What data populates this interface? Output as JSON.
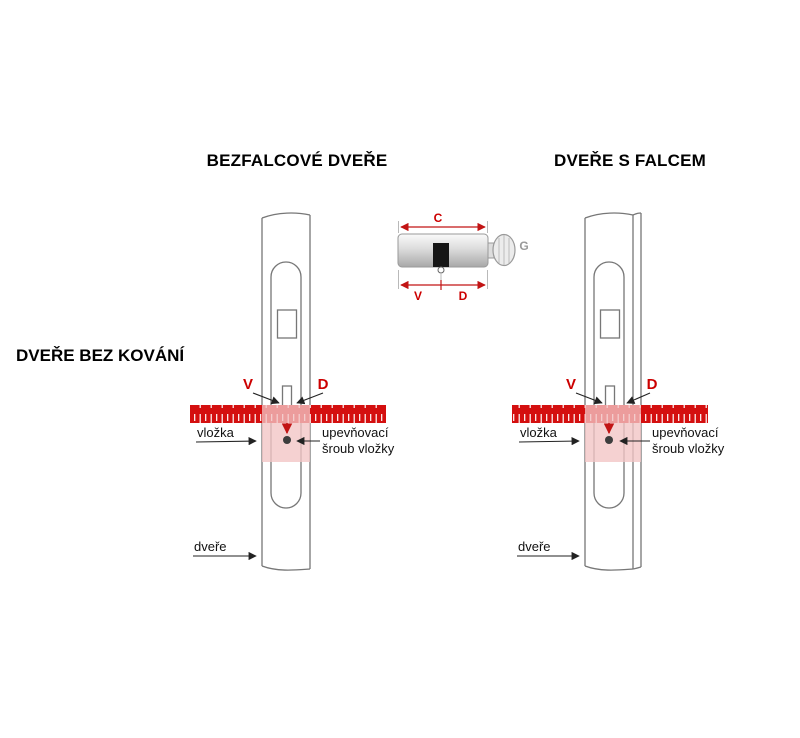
{
  "titles": {
    "left": "BEZFALCOVÉ DVEŘE",
    "right": "DVEŘE S FALCEM"
  },
  "side_label": "DVEŘE BEZ KOVÁNÍ",
  "cylinder_dims": {
    "c": "C",
    "v": "V",
    "d": "D",
    "g": "G"
  },
  "measure": {
    "v": "V",
    "d": "D"
  },
  "labels": {
    "vlozka": "vložka",
    "screw_line1": "upevňovací",
    "screw_line2": "šroub vložky",
    "dvere": "dveře"
  },
  "colors": {
    "ruler_red": "#d40f0f",
    "label_red": "#cc0000",
    "pink_zone": "#f2c4c4",
    "outline_gray": "#777777",
    "knob_gray": "#9a9a9a",
    "text": "#111111",
    "background": "#ffffff"
  }
}
